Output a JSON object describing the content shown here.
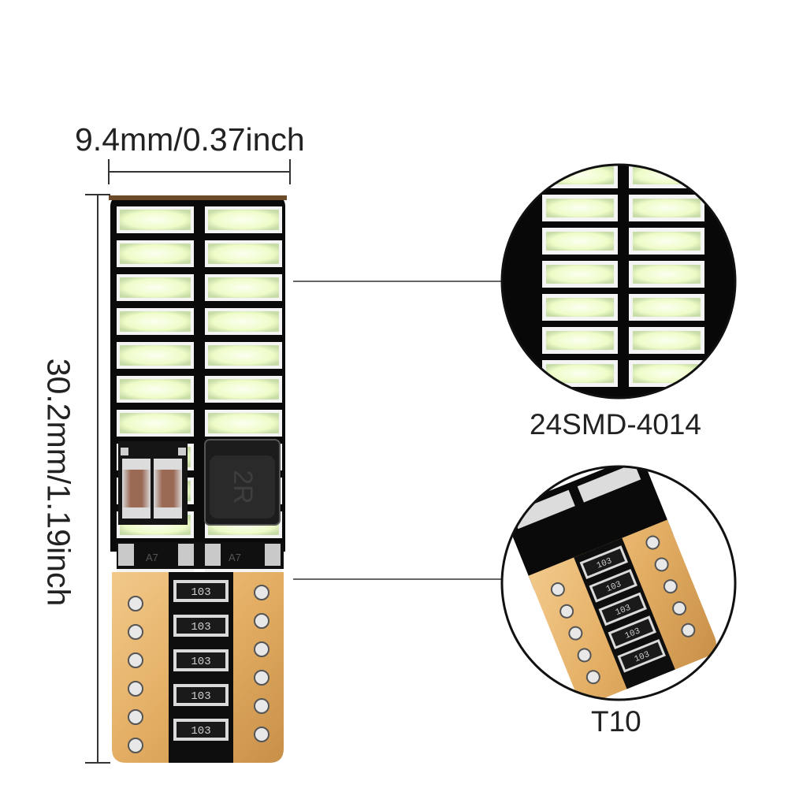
{
  "dimensions": {
    "width_label": "9.4mm/0.37inch",
    "height_label": "30.2mm/1.19inch"
  },
  "callouts": {
    "led_label": "24SMD-4014",
    "base_label": "T10"
  },
  "bulb": {
    "led_count": 24,
    "resistor_marking": "103",
    "regulator_marking": "A7",
    "inductor_marking": "2R"
  },
  "colors": {
    "pcb": "#0b0b0b",
    "led_glow": "#f2ffd6",
    "led_frame": "#ffffff",
    "contact_base": "#e8b870",
    "solder_pad": "#d9d9d9",
    "outline": "#111111"
  }
}
